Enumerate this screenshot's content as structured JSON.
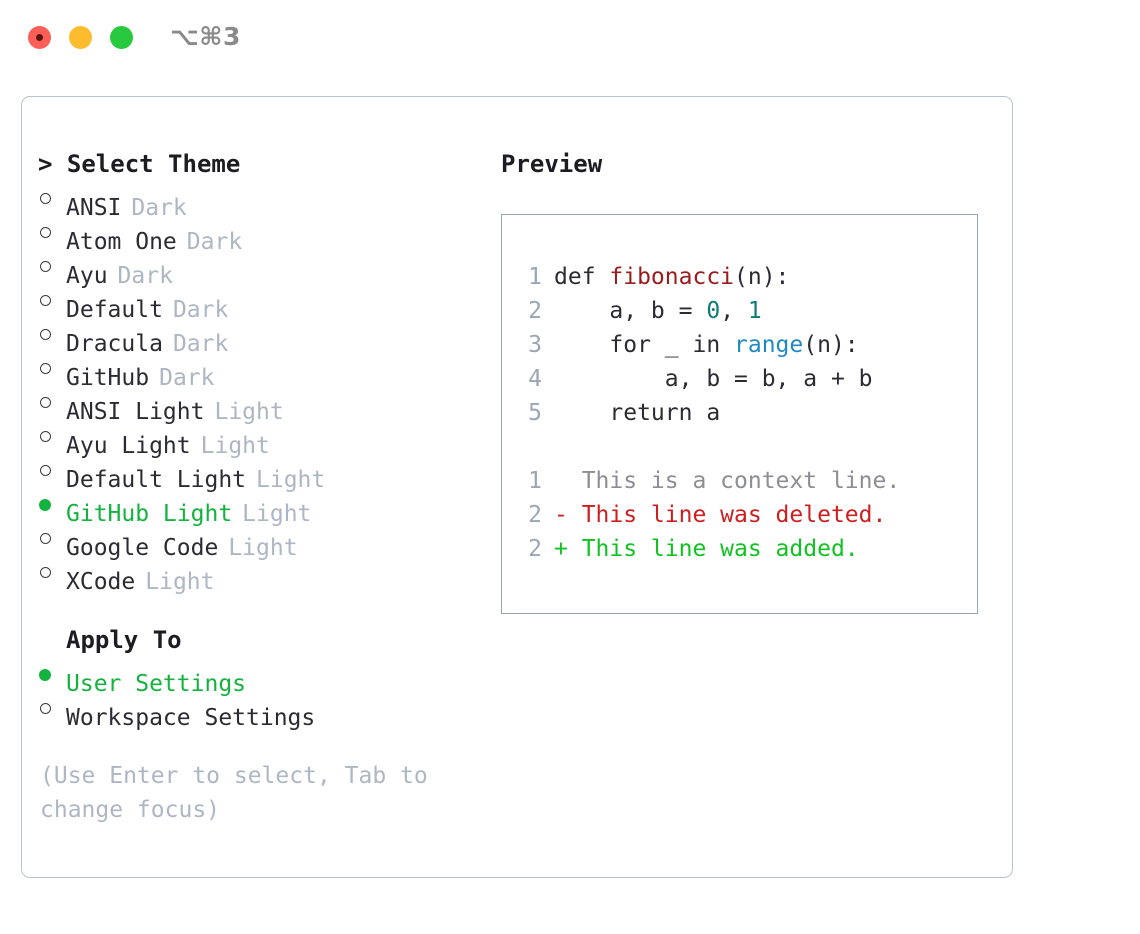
{
  "titlebar": {
    "shortcut": "⌥⌘3",
    "lights": [
      {
        "name": "close",
        "color": "#fc5f57"
      },
      {
        "name": "minimize",
        "color": "#fdbc2e"
      },
      {
        "name": "maximize",
        "color": "#28c83f"
      }
    ]
  },
  "theme_picker": {
    "heading": "> Select Theme",
    "items": [
      {
        "name": "ANSI",
        "variant": "Dark",
        "selected": false
      },
      {
        "name": "Atom One",
        "variant": "Dark",
        "selected": false
      },
      {
        "name": "Ayu",
        "variant": "Dark",
        "selected": false
      },
      {
        "name": "Default",
        "variant": "Dark",
        "selected": false
      },
      {
        "name": "Dracula",
        "variant": "Dark",
        "selected": false
      },
      {
        "name": "GitHub",
        "variant": "Dark",
        "selected": false
      },
      {
        "name": "ANSI Light",
        "variant": "Light",
        "selected": false
      },
      {
        "name": "Ayu Light",
        "variant": "Light",
        "selected": false
      },
      {
        "name": "Default Light",
        "variant": "Light",
        "selected": false
      },
      {
        "name": "GitHub Light",
        "variant": "Light",
        "selected": true
      },
      {
        "name": "Google Code",
        "variant": "Light",
        "selected": false
      },
      {
        "name": "XCode",
        "variant": "Light",
        "selected": false
      }
    ]
  },
  "apply_to": {
    "heading": "Apply To",
    "items": [
      {
        "name": "User Settings",
        "selected": true
      },
      {
        "name": "Workspace Settings",
        "selected": false
      }
    ]
  },
  "hint": "(Use Enter to select, Tab to change focus)",
  "preview": {
    "title": "Preview",
    "code_lines": [
      {
        "no": "1",
        "tokens": [
          {
            "t": "def ",
            "c": "plain"
          },
          {
            "t": "fibonacci",
            "c": "func"
          },
          {
            "t": "(n):",
            "c": "plain"
          }
        ]
      },
      {
        "no": "2",
        "tokens": [
          {
            "t": "    a, b = ",
            "c": "plain"
          },
          {
            "t": "0",
            "c": "num"
          },
          {
            "t": ", ",
            "c": "plain"
          },
          {
            "t": "1",
            "c": "num"
          }
        ]
      },
      {
        "no": "3",
        "tokens": [
          {
            "t": "    for _ in ",
            "c": "plain"
          },
          {
            "t": "range",
            "c": "builtin"
          },
          {
            "t": "(n):",
            "c": "plain"
          }
        ]
      },
      {
        "no": "4",
        "tokens": [
          {
            "t": "        a, b = b, a + b",
            "c": "plain"
          }
        ]
      },
      {
        "no": "5",
        "tokens": [
          {
            "t": "    return a",
            "c": "plain"
          }
        ]
      }
    ],
    "diff_lines": [
      {
        "no": "1",
        "tokens": [
          {
            "t": "  This is a context line.",
            "c": "ctx"
          }
        ]
      },
      {
        "no": "2",
        "tokens": [
          {
            "t": "- This line was deleted.",
            "c": "del"
          }
        ]
      },
      {
        "no": "2",
        "tokens": [
          {
            "t": "+ This line was added.",
            "c": "add"
          }
        ]
      }
    ]
  },
  "colors": {
    "accent_green": "#14b33f",
    "muted": "#aeb6c4",
    "border": "#b9c2d0",
    "code_func": "#9b1c1c",
    "code_num": "#0f7b76",
    "code_builtin": "#1f8ac0",
    "diff_deleted": "#cc1f1f",
    "diff_added": "#11c222"
  }
}
